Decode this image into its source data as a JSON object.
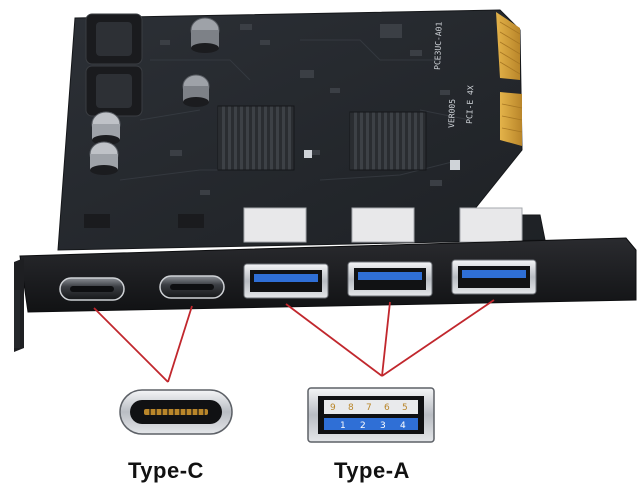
{
  "image": {
    "subject": "PCIe x4 expansion card with two USB Type-C ports and three USB Type-A ports",
    "colors": {
      "pcb": "#25282d",
      "bracket": "#1b1c1f",
      "gold_contacts": "#d8a437",
      "usb3_blue": "#2f6fd6",
      "callout_line": "#c1272d"
    }
  },
  "pcb_text": {
    "model_side": "PCE3UC-A01",
    "version": "VER005",
    "slot": "PCI-E 4X"
  },
  "connector_labels": {
    "type_c": "Type-C",
    "type_a": "Type-A"
  },
  "type_a_pins": {
    "top_row": [
      "9",
      "8",
      "7",
      "6",
      "5"
    ],
    "bottom_row": [
      "1",
      "2",
      "3",
      "4"
    ]
  }
}
